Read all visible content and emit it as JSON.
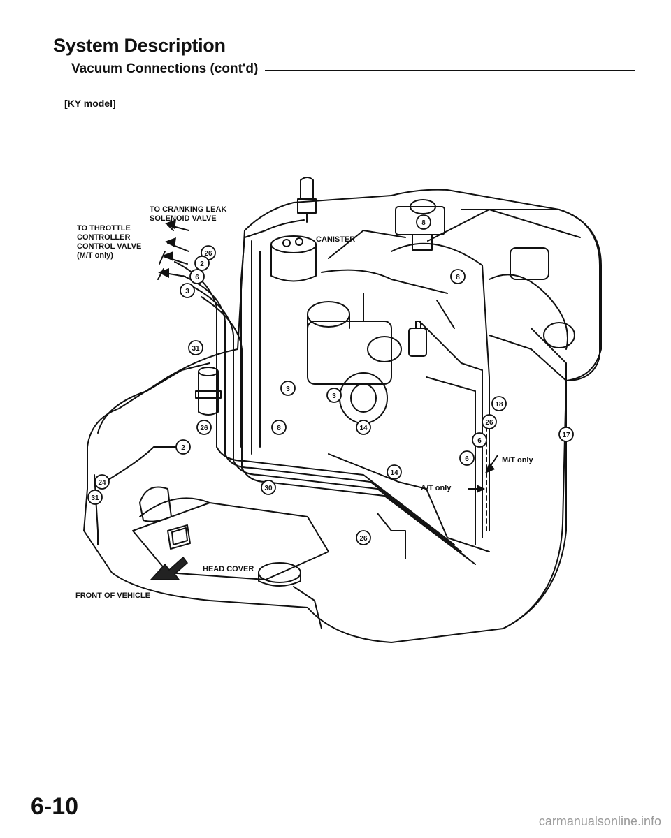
{
  "header": {
    "title": "System Description",
    "subtitle": "Vacuum Connections (cont'd)",
    "model": "[KY model]"
  },
  "labels": {
    "cranking_line1": "TO CRANKING LEAK",
    "cranking_line2": "SOLENOID VALVE",
    "throttle_line1": "TO THROTTLE",
    "throttle_line2": "CONTROLLER",
    "throttle_line3": "CONTROL VALVE",
    "throttle_line4": "(M/T only)",
    "canister": "CANISTER",
    "mt_only": "M/T only",
    "at_only": "A/T only",
    "head_cover": "HEAD COVER",
    "front_of_vehicle": "FRONT OF VEHICLE"
  },
  "callouts": {
    "c26a": "26",
    "c2a": "2",
    "c6a": "6",
    "c3a": "3",
    "c8a": "8",
    "c8b": "8",
    "c31a": "31",
    "c3b": "3",
    "c3c": "3",
    "c8c": "8",
    "c14a": "14",
    "c18": "18",
    "c26b": "26",
    "c6b": "6",
    "c6c": "6",
    "c17": "17",
    "c26c": "26",
    "c2b": "2",
    "c24": "24",
    "c31b": "31",
    "c30": "30",
    "c14b": "14",
    "c26d": "26"
  },
  "footer": {
    "page_number": "6-10",
    "watermark": "carmanualsonline.info"
  }
}
